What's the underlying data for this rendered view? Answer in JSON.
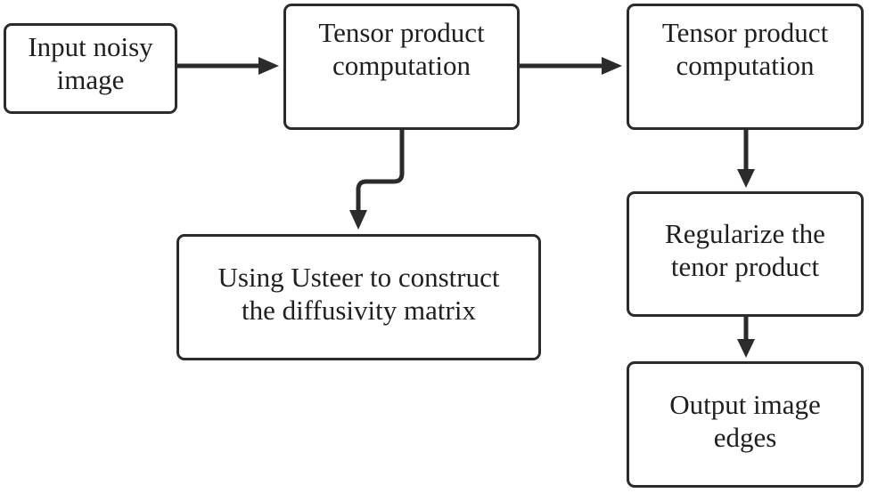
{
  "nodes": {
    "input": {
      "label": "Input noisy\nimage"
    },
    "tensor1": {
      "label": "Tensor product\ncomputation"
    },
    "tensor2": {
      "label": "Tensor product\ncomputation"
    },
    "usteer": {
      "label": "Using Usteer to construct\nthe diffusivity matrix"
    },
    "regularize": {
      "label": "Regularize the\ntenor product"
    },
    "output": {
      "label": "Output image\nedges"
    }
  },
  "edges": [
    {
      "from": "input",
      "to": "tensor1"
    },
    {
      "from": "tensor1",
      "to": "tensor2"
    },
    {
      "from": "tensor1",
      "to": "usteer"
    },
    {
      "from": "tensor2",
      "to": "regularize"
    },
    {
      "from": "regularize",
      "to": "output"
    }
  ],
  "colors": {
    "stroke": "#2b2b2b",
    "background": "#ffffff",
    "text": "#1f1f1f"
  }
}
